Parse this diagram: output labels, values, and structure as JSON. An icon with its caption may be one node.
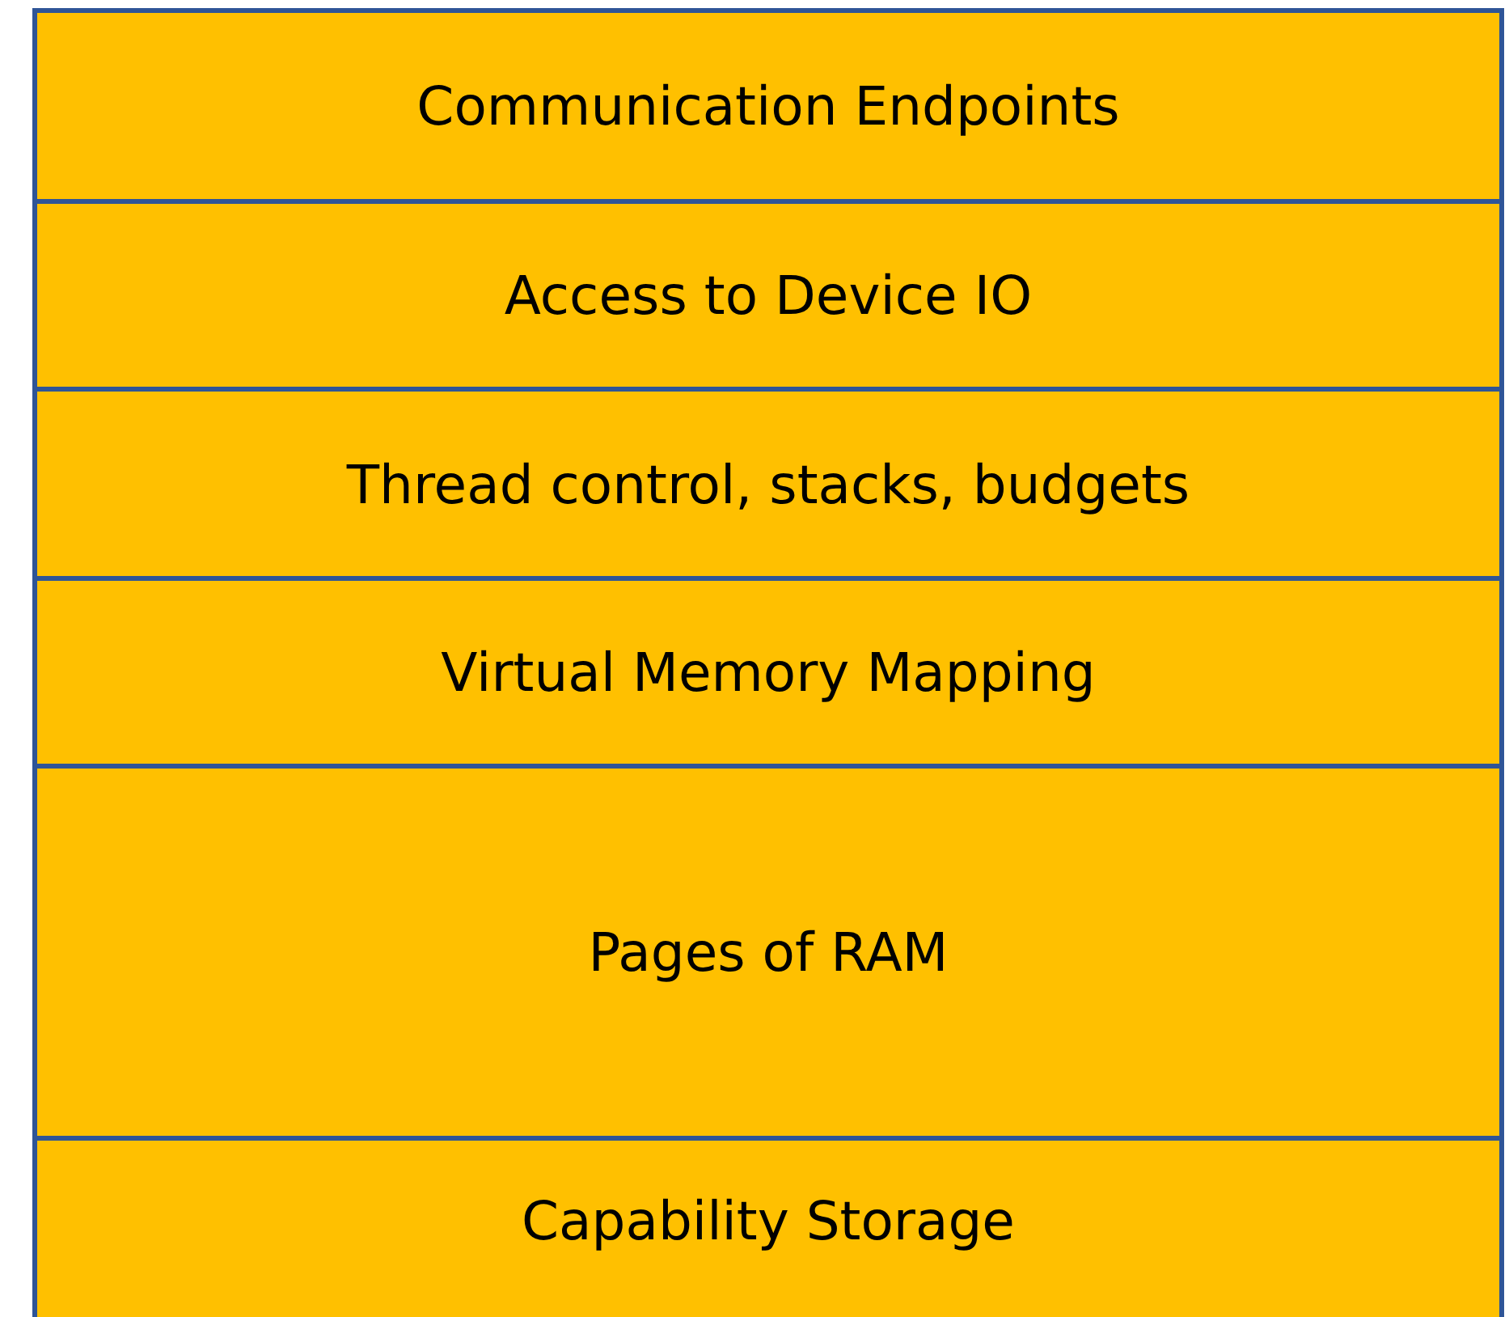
{
  "diagram": {
    "nodes": [
      {
        "text": [
          "Communication Endpoints"
        ]
      },
      {
        "text": [
          "Access to Device IO"
        ]
      },
      {
        "text": [
          "Thread control, stacks, budgets"
        ]
      },
      {
        "text": [
          "Virtual Memory Mapping"
        ]
      },
      {
        "text": [
          "Pages of RAM"
        ]
      },
      {
        "text": [
          "Capability Storage"
        ]
      }
    ]
  }
}
